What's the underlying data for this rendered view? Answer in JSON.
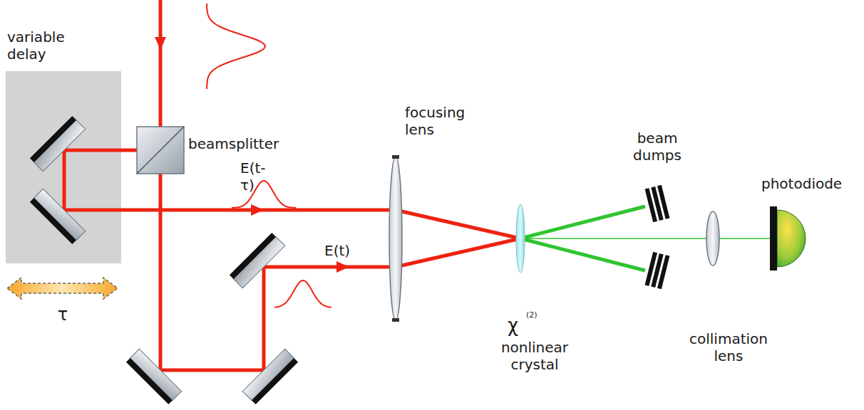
{
  "diagram": {
    "labels": [
      "variable delay",
      "beamsplitter",
      "E(t-τ)",
      "E(t)",
      "focusing lens",
      "beam dumps",
      "photodiode",
      "τ",
      "χ",
      "(2)",
      "nonlinear crystal",
      "collimation lens"
    ]
  }
}
